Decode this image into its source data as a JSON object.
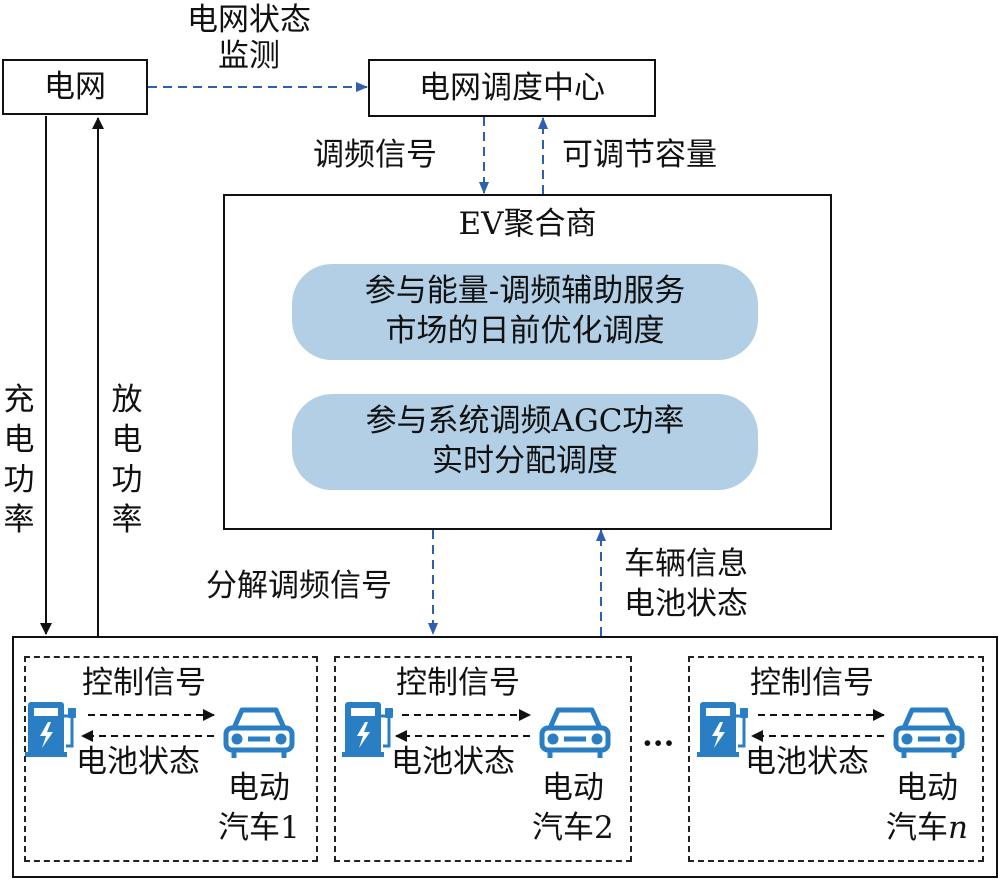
{
  "grid": {
    "label": "电网"
  },
  "dispatch_center": {
    "label": "电网调度中心"
  },
  "grid_to_center": {
    "line1": "电网状态",
    "line2": "监测"
  },
  "freq_signal": {
    "label": "调频信号"
  },
  "adjustable_capacity": {
    "label": "可调节容量"
  },
  "aggregator": {
    "title": "EV聚合商",
    "pill1": {
      "line1": "参与能量-调频辅助服务",
      "line2": "市场的日前优化调度"
    },
    "pill2": {
      "line1": "参与系统调频AGC功率",
      "line2": "实时分配调度"
    }
  },
  "charge_power": {
    "chars": [
      "充",
      "电",
      "功",
      "率"
    ]
  },
  "discharge_power": {
    "chars": [
      "放",
      "电",
      "功",
      "率"
    ]
  },
  "decomposed_signal": {
    "label": "分解调频信号"
  },
  "vehicle_info": {
    "line1": "车辆信息",
    "line2": "电池状态"
  },
  "ellipsis": "···",
  "vehicles": [
    {
      "control": "控制信号",
      "battery": "电池状态",
      "ev_line1": "电动",
      "ev_line2": "汽车",
      "ev_index": "1"
    },
    {
      "control": "控制信号",
      "battery": "电池状态",
      "ev_line1": "电动",
      "ev_line2": "汽车",
      "ev_index": "2"
    },
    {
      "control": "控制信号",
      "battery": "电池状态",
      "ev_line1": "电动",
      "ev_line2": "汽车",
      "ev_index": "n"
    }
  ],
  "colors": {
    "accent_blue": "#2a7fc4",
    "dashed_blue": "#2f5fb0",
    "pill_fill": "#b3cfe6"
  },
  "icons": [
    "charging-station-icon",
    "electric-car-icon"
  ]
}
